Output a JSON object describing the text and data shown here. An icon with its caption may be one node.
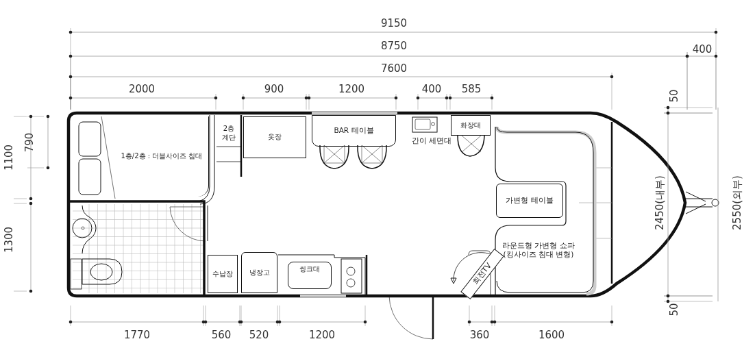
{
  "diagram": {
    "nodes": [
      {
        "text": [
          "1층/2층 : 더블사이즈 침대"
        ]
      },
      {
        "text": [
          "2층 계단"
        ]
      },
      {
        "text": [
          "옷장"
        ]
      },
      {
        "text": [
          "BAR 테이블"
        ]
      },
      {
        "text": [
          "간이 세면대"
        ]
      },
      {
        "text": [
          "화장대"
        ]
      },
      {
        "text": [
          "가변형 테이블"
        ]
      },
      {
        "text": [
          "라운드형 가변형 쇼파 (킹사이즈 침대 변형)"
        ]
      },
      {
        "text": [
          "수납장"
        ]
      },
      {
        "text": [
          "냉장고"
        ]
      },
      {
        "text": [
          "씽크대"
        ]
      },
      {
        "text": [
          "회전TV"
        ]
      }
    ],
    "labels": [
      "9150",
      "8750",
      "400",
      "7600",
      "2000",
      "900",
      "1200",
      "400",
      "585",
      "50",
      "790",
      "1100",
      "2450(내부)",
      "2550(외부)",
      "1300",
      "50",
      "1770",
      "560",
      "520",
      "1200",
      "360",
      "1600"
    ]
  }
}
